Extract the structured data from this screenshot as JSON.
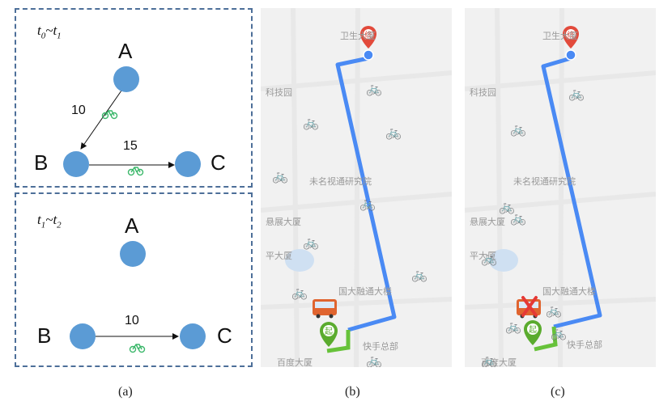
{
  "panel_a": {
    "top": {
      "time_start": "t0",
      "time_end": "t1",
      "nodes": [
        "A",
        "B",
        "C"
      ],
      "edges": [
        {
          "from": "A",
          "to": "B",
          "weight": "10"
        },
        {
          "from": "B",
          "to": "C",
          "weight": "15"
        }
      ]
    },
    "bottom": {
      "time_start": "t1",
      "time_end": "t2",
      "nodes": [
        "A",
        "B",
        "C"
      ],
      "edges": [
        {
          "from": "B",
          "to": "C",
          "weight": "10"
        }
      ]
    }
  },
  "map_labels": {
    "b": [
      "卫生大厦",
      "科技园",
      "未名视通研究院",
      "悬展大厦",
      "平大厦",
      "国大融通大楼",
      "快手总部",
      "百度大厦"
    ],
    "c": [
      "卫生大厦",
      "科技园",
      "未名视通研究院",
      "悬展大厦",
      "平大厦",
      "国大融通大楼",
      "快手总部",
      "百度大厦"
    ]
  },
  "markers": {
    "start": "起",
    "end": "终"
  },
  "captions": [
    "(a)",
    "(b)",
    "(c)"
  ],
  "colors": {
    "node": "#5b9bd5",
    "route": "#4a8af4",
    "bike": "#3cb86b",
    "end_marker": "#e24a3b",
    "start_marker": "#5aab2e",
    "cross": "#e53935",
    "panel_border": "#4d6f99"
  },
  "icons": {
    "bike": "bicycle-icon",
    "bus": "bus-icon",
    "cross": "cross-icon"
  }
}
